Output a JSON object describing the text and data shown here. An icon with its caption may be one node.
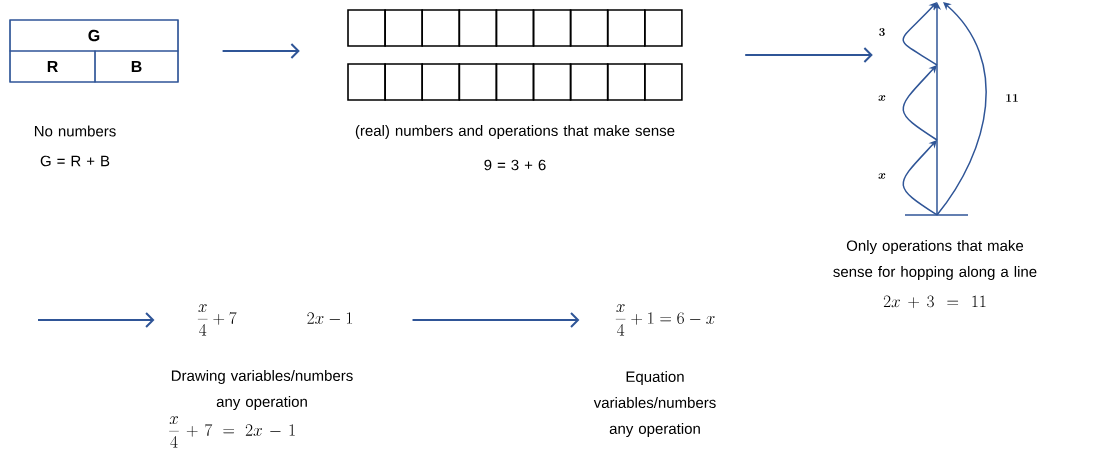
{
  "diagram": {
    "nodes": [
      {
        "text": [],
        "shape": "box",
        "beside": [
          "No numbers",
          "G = R + B"
        ]
      },
      {
        "text": [
          "G"
        ],
        "in": 0
      },
      {
        "text": [
          "R"
        ],
        "in": 0
      },
      {
        "text": [
          "B"
        ],
        "in": 0
      },
      {
        "text": [],
        "shape": "picture",
        "beside": [
          "(real) numbers and operations that make sense",
          "9 = 3 + 6"
        ]
      },
      {
        "text": [],
        "shape": "picture",
        "beside": [
          "Only operations that make sense for hopping along a line",
          "2x+3=11"
        ]
      },
      {
        "text": [
          "\\frac{x}{4}+7",
          "2x-1"
        ],
        "beside": [
          "Drawing variables/numbers any operation",
          "\\frac{x}{4}+7=2x-1"
        ]
      },
      {
        "text": [
          "\\frac{x}{4}+1=6-x"
        ],
        "beside": [
          "Equation variables/numbers any operation"
        ]
      }
    ],
    "edges": [
      {
        "from": 0,
        "to": 4,
        "arrow": "to"
      },
      {
        "from": 4,
        "to": 5,
        "arrow": "to"
      },
      {
        "from": null,
        "to": 6,
        "arrow": "to"
      },
      {
        "from": 6,
        "to": 7,
        "arrow": "to"
      }
    ],
    "labels": [
      "3",
      "x",
      "x",
      "11"
    ]
  }
}
